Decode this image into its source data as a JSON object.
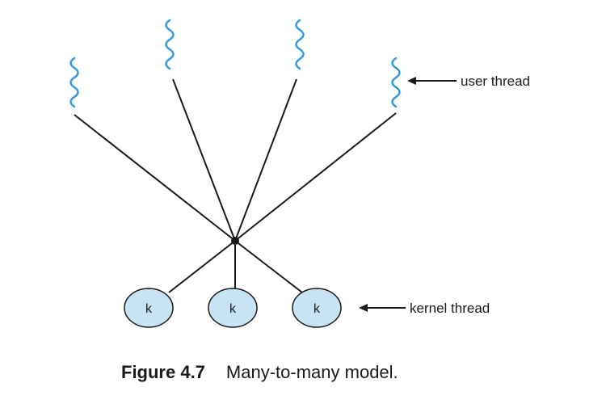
{
  "labels": {
    "user_thread": "user thread",
    "kernel_thread": "kernel thread"
  },
  "kernel_threads": [
    {
      "label": "k"
    },
    {
      "label": "k"
    },
    {
      "label": "k"
    }
  ],
  "caption": {
    "number": "Figure 4.7",
    "text": "Many-to-many model."
  },
  "colors": {
    "thread_squiggle": "#3399dd",
    "kernel_fill": "#c8e4f4",
    "line": "#1a1a1a"
  }
}
